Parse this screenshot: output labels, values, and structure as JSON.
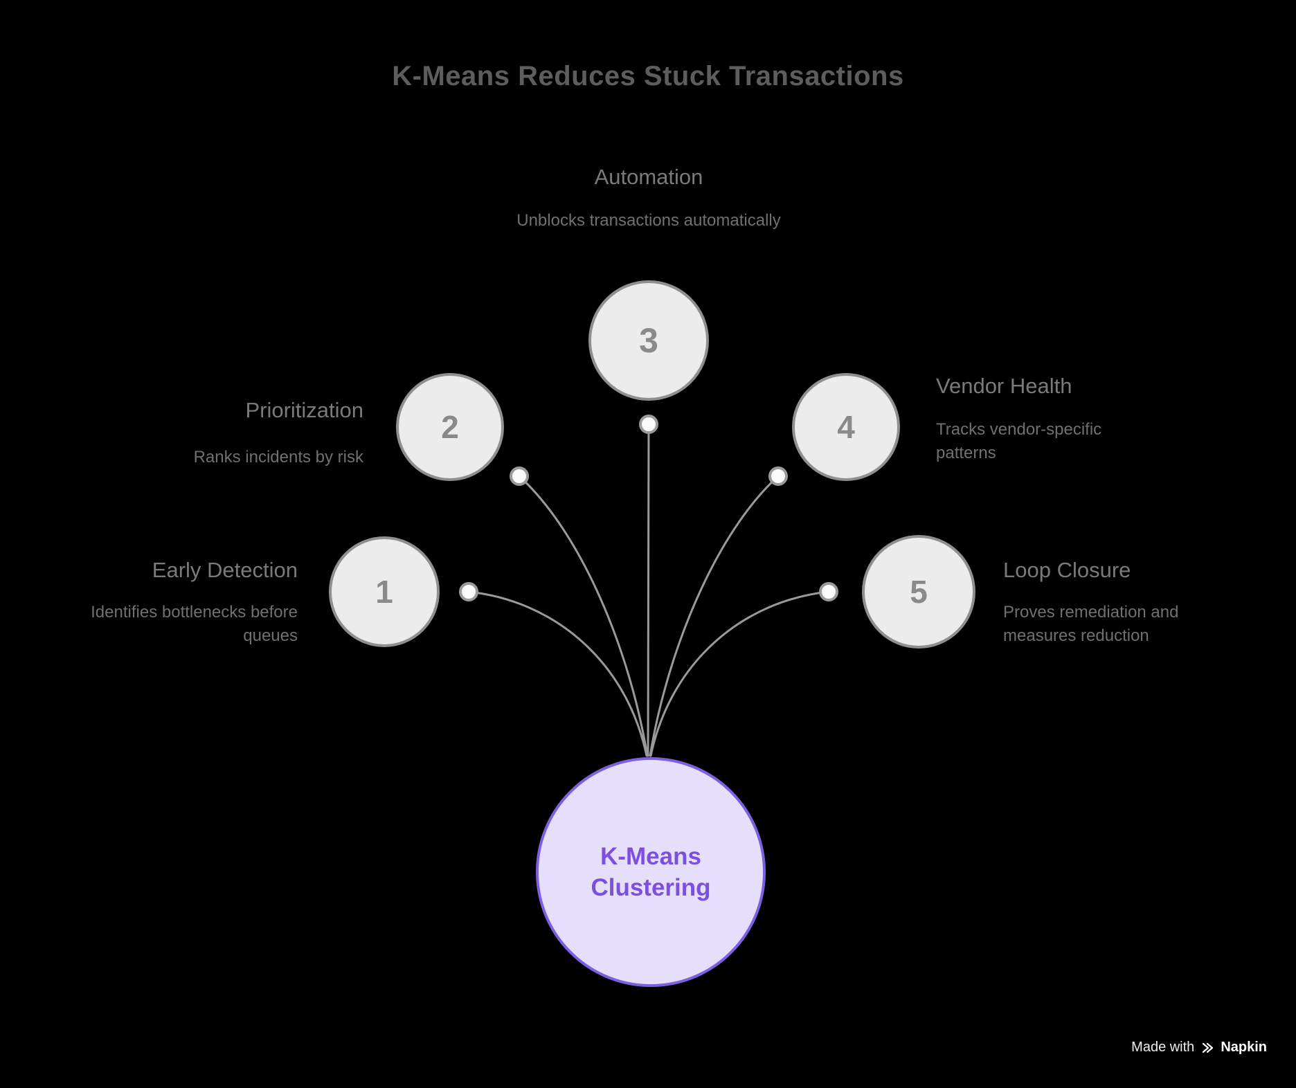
{
  "title": "K-Means Reduces Stuck Transactions",
  "center": {
    "label": "K-Means Clustering"
  },
  "items": [
    {
      "number": "1",
      "label": "Early Detection",
      "description": "Identifies bottlenecks before queues"
    },
    {
      "number": "2",
      "label": "Prioritization",
      "description": "Ranks incidents by risk"
    },
    {
      "number": "3",
      "label": "Automation",
      "description": "Unblocks transactions automatically"
    },
    {
      "number": "4",
      "label": "Vendor Health",
      "description": "Tracks vendor-specific patterns"
    },
    {
      "number": "5",
      "label": "Loop Closure",
      "description": "Proves remediation and measures reduction"
    }
  ],
  "footer": {
    "made_with": "Made with",
    "brand": "Napkin"
  },
  "colors": {
    "background": "#000000",
    "accent_purple": "#7d5fe2",
    "accent_purple_fill": "#e6dffc",
    "accent_purple_text": "#7a50dd",
    "circle_fill": "#ececec",
    "circle_border": "#8f8f8f",
    "connector": "#9a9a9a",
    "title_text": "#5d5d5d",
    "label_text": "#7a7a7a",
    "desc_text": "#707070"
  }
}
